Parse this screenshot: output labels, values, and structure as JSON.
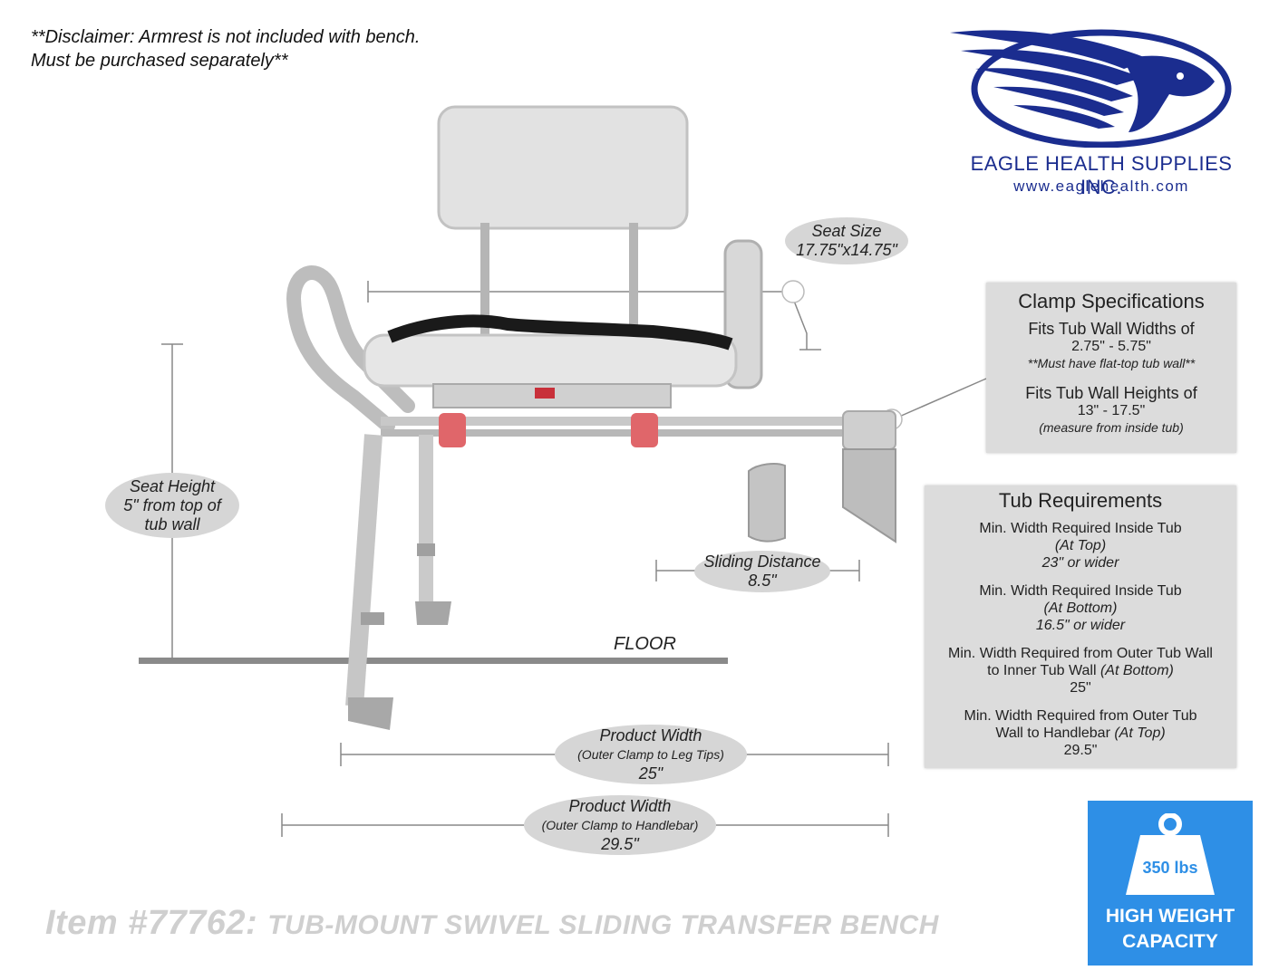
{
  "disclaimer": {
    "line1": "**Disclaimer: Armrest is not included with bench.",
    "line2": "Must be purchased separately**"
  },
  "brand": {
    "name": "EAGLE HEALTH SUPPLIES INC.",
    "url": "www.eaglehealth.com",
    "logo_icon": "eagle-logo-icon",
    "color": "#1b2d8f"
  },
  "callouts": {
    "seat_size": {
      "label": "Seat Size",
      "value": "17.75\"x14.75\""
    },
    "seat_height": {
      "line1": "Seat Height",
      "line2": "5\" from top of",
      "line3": "tub wall"
    },
    "sliding_distance": {
      "label": "Sliding Distance",
      "value": "8.5\""
    },
    "product_width_legs": {
      "label": "Product Width",
      "sub": "(Outer Clamp to Leg Tips)",
      "value": "25\""
    },
    "product_width_handlebar": {
      "label": "Product Width",
      "sub": "(Outer Clamp to Handlebar)",
      "value": "29.5\""
    },
    "floor": "FLOOR"
  },
  "clamp_specs": {
    "title": "Clamp Specifications",
    "width_label": "Fits Tub Wall Widths of",
    "width_value": "2.75\" - 5.75\"",
    "width_note": "**Must have flat-top tub wall**",
    "height_label": "Fits Tub Wall Heights of",
    "height_value": "13\" - 17.5\"",
    "height_note": "(measure from inside tub)"
  },
  "tub_requirements": {
    "title": "Tub Requirements",
    "items": [
      {
        "line1": "Min. Width Required Inside Tub",
        "line2": "(At Top)",
        "value": "23\" or wider"
      },
      {
        "line1": "Min. Width Required Inside Tub",
        "line2": "(At Bottom)",
        "value": "16.5\" or wider"
      },
      {
        "line1": "Min. Width Required from Outer Tub Wall",
        "line2a": "to Inner Tub Wall ",
        "line2b": "(At Bottom)",
        "value": "25\""
      },
      {
        "line1": "Min. Width Required from Outer Tub",
        "line2a": "Wall to Handlebar ",
        "line2b": "(At Top)",
        "value": "29.5\""
      }
    ]
  },
  "item_title": {
    "number": "Item #77762:",
    "name": "TUB-MOUNT SWIVEL SLIDING TRANSFER BENCH"
  },
  "capacity": {
    "weight": "350 lbs",
    "line1": "HIGH WEIGHT",
    "line2": "CAPACITY",
    "icon": "weight-icon",
    "bg_color": "#2e8fe6"
  }
}
